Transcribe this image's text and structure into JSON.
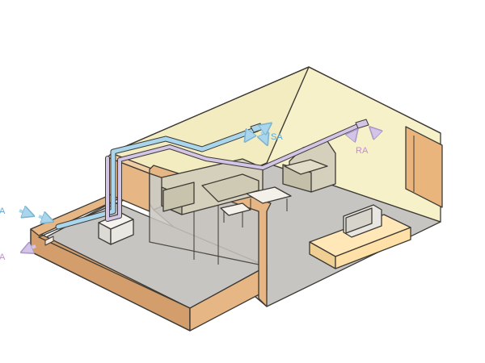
{
  "labels": {
    "supply_air": "SA",
    "return_air": "RA",
    "edge_upper": "A",
    "edge_lower": "A"
  },
  "colors": {
    "supply_duct": "#a9d6ec",
    "return_duct": "#d3c5e8",
    "supply_text": "#5aa7d6",
    "return_text": "#c48ad8",
    "wall": "#e7b685",
    "wall_shade": "#d39e6c",
    "floor": "#c6c5c2",
    "back_wall": "#f6f1c9",
    "furniture": "#ffe0a6",
    "sofa": "#d4d0bc",
    "glass": "#c9c5c0"
  },
  "icons": [
    "air-flow-arrow-icon",
    "ceiling-diffuser-icon",
    "return-grille-icon"
  ]
}
